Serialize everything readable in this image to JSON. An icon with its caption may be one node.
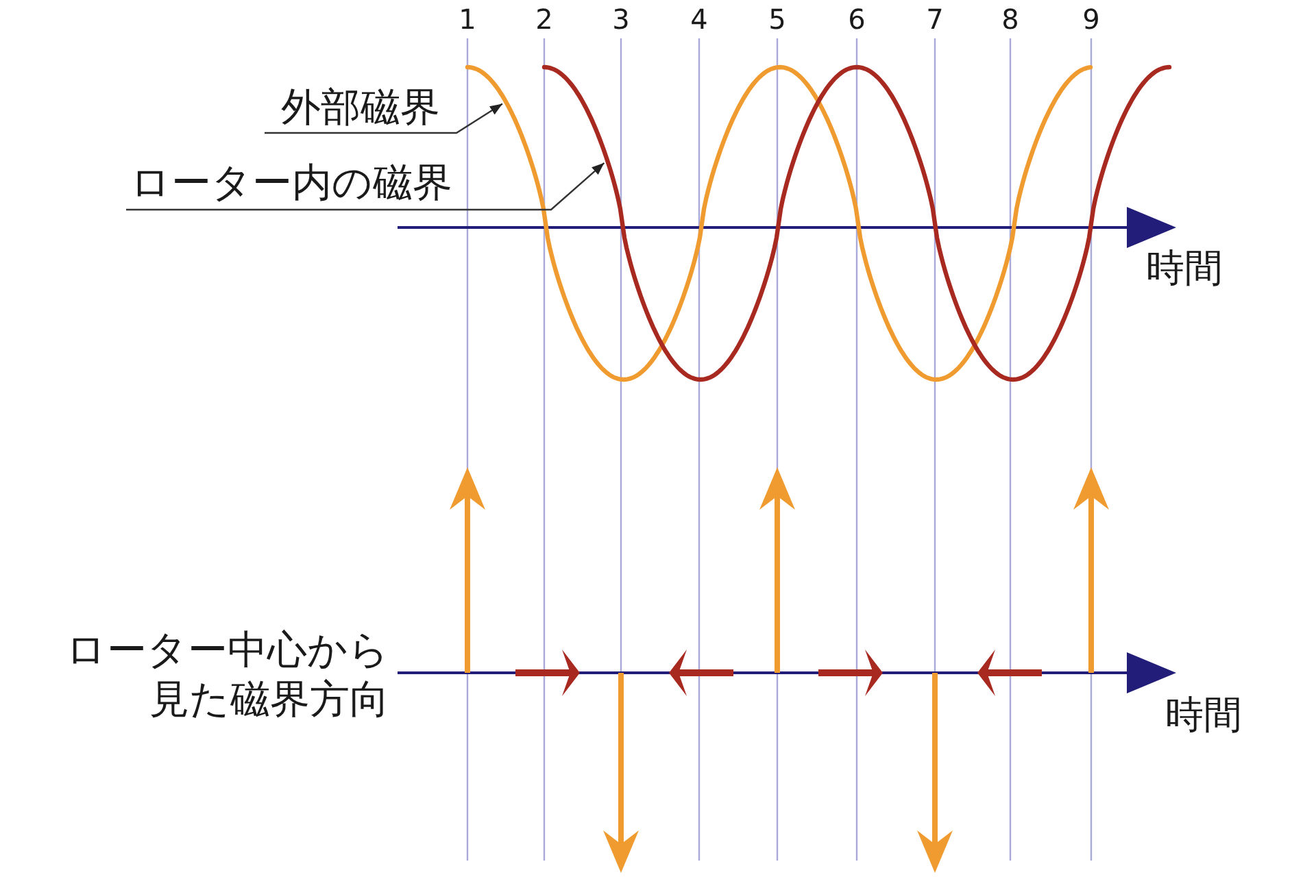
{
  "diagram": {
    "nodes": [
      {
        "text": [
          "外部磁界"
        ]
      },
      {
        "text": [],
        "shape": "curve"
      },
      {
        "text": [
          "ローター内の磁界"
        ]
      },
      {
        "text": [],
        "shape": "curve"
      }
    ],
    "edges": [
      {
        "from": 0,
        "to": 1,
        "arrow": "to"
      },
      {
        "from": 2,
        "to": 3,
        "arrow": "to"
      }
    ],
    "labels": [
      "1",
      "2",
      "3",
      "4",
      "5",
      "6",
      "7",
      "8",
      "9",
      "時間",
      "ローター中心から見た磁界方向",
      "時間"
    ]
  }
}
